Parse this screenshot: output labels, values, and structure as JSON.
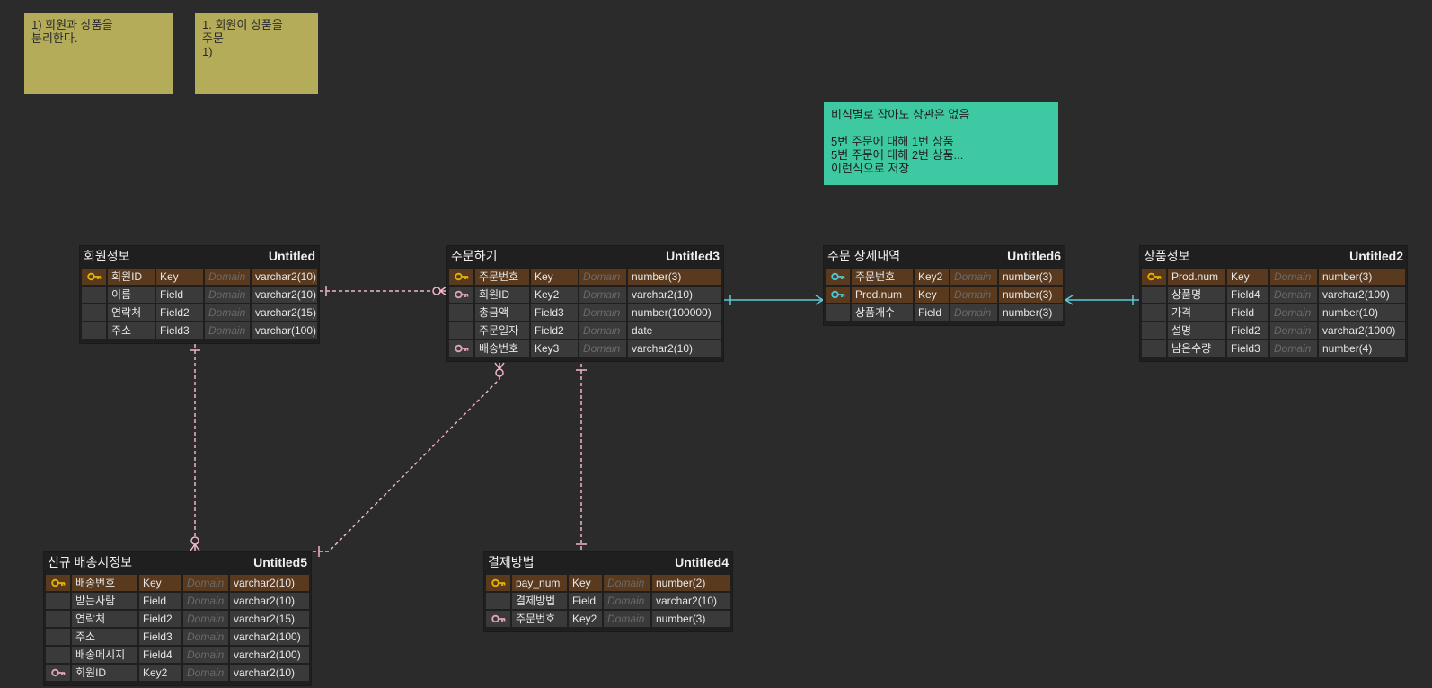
{
  "notes": {
    "note1": "1) 회원과 상품을\n분리한다.",
    "note2": "1. 회원이 상품을\n주문\n1)",
    "note3": "비식별로 잡아도 상관은 없음\n\n5번 주문에 대해 1번 상품\n5번 주문에 대해 2번 상품...\n이런식으로 저장"
  },
  "colors": {
    "background": "#2b2b2b",
    "primary_key_row": "#5a3a1e",
    "pk_icon": "#e6b400",
    "fk_icon_pink": "#e3a4b8",
    "fk_icon_cyan": "#4cc7d6",
    "relation_pink": "#f2b6c6",
    "relation_cyan": "#5fc9d9",
    "note_yellow": "#b5ac5a",
    "note_green": "#3ec9a3"
  },
  "entities": {
    "member": {
      "name": "회원정보",
      "ref": "Untitled",
      "rows": [
        {
          "icon": "pk",
          "name": "회원ID",
          "key": "Key",
          "domain": "Domain",
          "type": "varchar2(10)"
        },
        {
          "icon": "",
          "name": "이름",
          "key": "Field",
          "domain": "Domain",
          "type": "varchar2(10)"
        },
        {
          "icon": "",
          "name": "연락처",
          "key": "Field2",
          "domain": "Domain",
          "type": "varchar2(15)"
        },
        {
          "icon": "",
          "name": "주소",
          "key": "Field3",
          "domain": "Domain",
          "type": "varchar(100)"
        }
      ]
    },
    "order": {
      "name": "주문하기",
      "ref": "Untitled3",
      "rows": [
        {
          "icon": "pk",
          "name": "주문번호",
          "key": "Key",
          "domain": "Domain",
          "type": "number(3)"
        },
        {
          "icon": "fk",
          "name": "회원ID",
          "key": "Key2",
          "domain": "Domain",
          "type": "varchar2(10)"
        },
        {
          "icon": "",
          "name": "총금액",
          "key": "Field3",
          "domain": "Domain",
          "type": "number(100000)"
        },
        {
          "icon": "",
          "name": "주문일자",
          "key": "Field2",
          "domain": "Domain",
          "type": "date"
        },
        {
          "icon": "fk",
          "name": "배송번호",
          "key": "Key3",
          "domain": "Domain",
          "type": "varchar2(10)"
        }
      ]
    },
    "order_detail": {
      "name": "주문 상세내역",
      "ref": "Untitled6",
      "rows": [
        {
          "icon": "pfk",
          "name": "주문번호",
          "key": "Key2",
          "domain": "Domain",
          "type": "number(3)"
        },
        {
          "icon": "pfk",
          "name": "Prod.num",
          "key": "Key",
          "domain": "Domain",
          "type": "number(3)"
        },
        {
          "icon": "",
          "name": "상품개수",
          "key": "Field",
          "domain": "Domain",
          "type": "number(3)"
        }
      ]
    },
    "product": {
      "name": "상품정보",
      "ref": "Untitled2",
      "rows": [
        {
          "icon": "pk",
          "name": "Prod.num",
          "key": "Key",
          "domain": "Domain",
          "type": "number(3)"
        },
        {
          "icon": "",
          "name": "상품명",
          "key": "Field4",
          "domain": "Domain",
          "type": "varchar2(100)"
        },
        {
          "icon": "",
          "name": "가격",
          "key": "Field",
          "domain": "Domain",
          "type": "number(10)"
        },
        {
          "icon": "",
          "name": "설명",
          "key": "Field2",
          "domain": "Domain",
          "type": "varchar2(1000)"
        },
        {
          "icon": "",
          "name": "남은수량",
          "key": "Field3",
          "domain": "Domain",
          "type": "number(4)"
        }
      ]
    },
    "delivery": {
      "name": "신규 배송시정보",
      "ref": "Untitled5",
      "rows": [
        {
          "icon": "pk",
          "name": "배송번호",
          "key": "Key",
          "domain": "Domain",
          "type": "varchar2(10)"
        },
        {
          "icon": "",
          "name": "받는사람",
          "key": "Field",
          "domain": "Domain",
          "type": "varchar2(10)"
        },
        {
          "icon": "",
          "name": "연락처",
          "key": "Field2",
          "domain": "Domain",
          "type": "varchar2(15)"
        },
        {
          "icon": "",
          "name": "주소",
          "key": "Field3",
          "domain": "Domain",
          "type": "varchar2(100)"
        },
        {
          "icon": "",
          "name": "배송메시지",
          "key": "Field4",
          "domain": "Domain",
          "type": "varchar2(100)"
        },
        {
          "icon": "fk",
          "name": "회원ID",
          "key": "Key2",
          "domain": "Domain",
          "type": "varchar2(10)"
        }
      ]
    },
    "payment": {
      "name": "결제방법",
      "ref": "Untitled4",
      "rows": [
        {
          "icon": "pk",
          "name": "pay_num",
          "key": "Key",
          "domain": "Domain",
          "type": "number(2)"
        },
        {
          "icon": "",
          "name": "결제방법",
          "key": "Field",
          "domain": "Domain",
          "type": "varchar2(10)"
        },
        {
          "icon": "fk",
          "name": "주문번호",
          "key": "Key2",
          "domain": "Domain",
          "type": "number(3)"
        }
      ]
    }
  },
  "relations": [
    {
      "from": "member",
      "to": "order",
      "style": "dashed",
      "color": "pink"
    },
    {
      "from": "member",
      "to": "delivery",
      "style": "dashed",
      "color": "pink"
    },
    {
      "from": "delivery",
      "to": "order",
      "style": "dashed",
      "color": "pink"
    },
    {
      "from": "order",
      "to": "payment",
      "style": "dashed",
      "color": "pink"
    },
    {
      "from": "order",
      "to": "order_detail",
      "style": "solid",
      "color": "cyan"
    },
    {
      "from": "product",
      "to": "order_detail",
      "style": "solid",
      "color": "cyan"
    }
  ]
}
